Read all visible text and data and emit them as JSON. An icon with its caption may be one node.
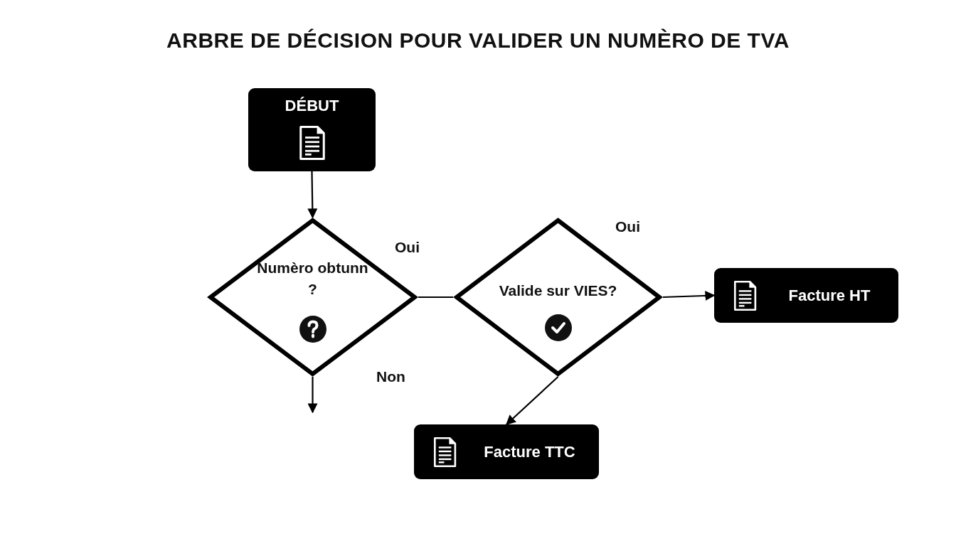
{
  "diagram": {
    "title": "ARBRE DE DÉCISION POUR VALIDER UN NUMÈRO DE TVA",
    "nodes": [
      {
        "text": [
          "DÉBUT"
        ]
      },
      {
        "text": [
          "Numèro obtunn ?"
        ]
      },
      {
        "text": [
          "Valide sur VIES?"
        ]
      },
      {
        "text": [
          "Facture HT"
        ]
      },
      {
        "text": [
          "Facture TTC"
        ]
      }
    ],
    "edges": [
      {
        "from": 0,
        "to": 1,
        "arrow": "to"
      },
      {
        "from": 1,
        "to": 2,
        "arrow": "none",
        "label": "Oui"
      },
      {
        "from": 2,
        "to": 3,
        "arrow": "to",
        "label": "Oui"
      },
      {
        "from": 2,
        "to": 4,
        "arrow": "to"
      },
      {
        "from": 1,
        "to": null,
        "arrow": "to",
        "label": "Non"
      }
    ]
  }
}
